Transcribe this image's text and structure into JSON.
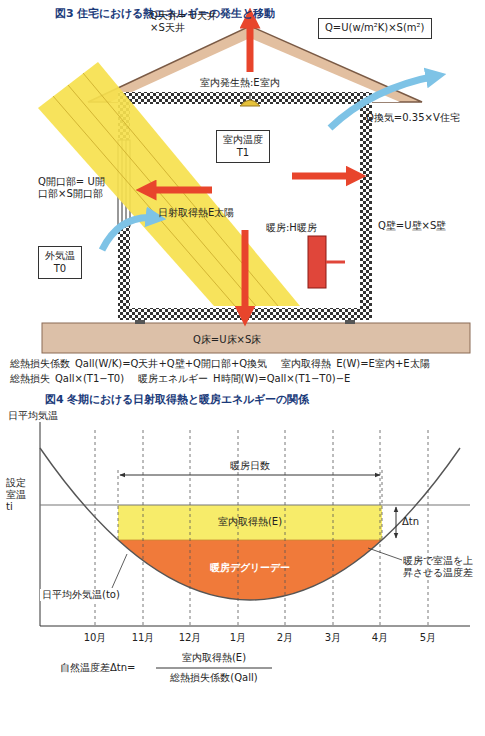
{
  "diagram": {
    "title": "図3 住宅における熱エネルギーの発生と移動",
    "nodes": [
      {
        "text": [
          "Q=U(w/m²K)×S(m²)"
        ]
      },
      {
        "text": [
          "室内温度",
          "T1"
        ]
      },
      {
        "text": [
          "外気温",
          "T0"
        ]
      }
    ],
    "labels": [
      "Q天井= U天井×S天井",
      "室内発生熱:E室内",
      "Q換気=0.35×V住宅",
      "Q開口部= U開口部×S開口部",
      "暖房:H暖房",
      "日射取得熱E太陽",
      "Q壁=U壁×S壁",
      "Q床=U床×S床",
      "総熱損失係数",
      "Qall(W/K)=Q天井+Q壁+Q開口部+Q換気",
      "室内取得熱",
      "E(W)=E室内+E太陽",
      "総熱損失",
      "Qall×(T1−T0)",
      "暖房エネルギー",
      "H時間(W)=Qall×(T1−T0)−E",
      "図4 冬期における日射取得熱と暖房エネルギーの関係",
      "日平均気温",
      "暖房日数",
      "設定室温 ti",
      "室内取得熱(E)",
      "Δtn",
      "暖房デグリーデー",
      "暖房で室温を上昇させる温度差",
      "日平均外気温(to)",
      "10月",
      "11月",
      "12月",
      "1月",
      "2月",
      "3月",
      "4月",
      "5月",
      "自然温度差Δtn=",
      "室内取得熱(E)",
      "総熱損失係数(Qall)"
    ]
  }
}
